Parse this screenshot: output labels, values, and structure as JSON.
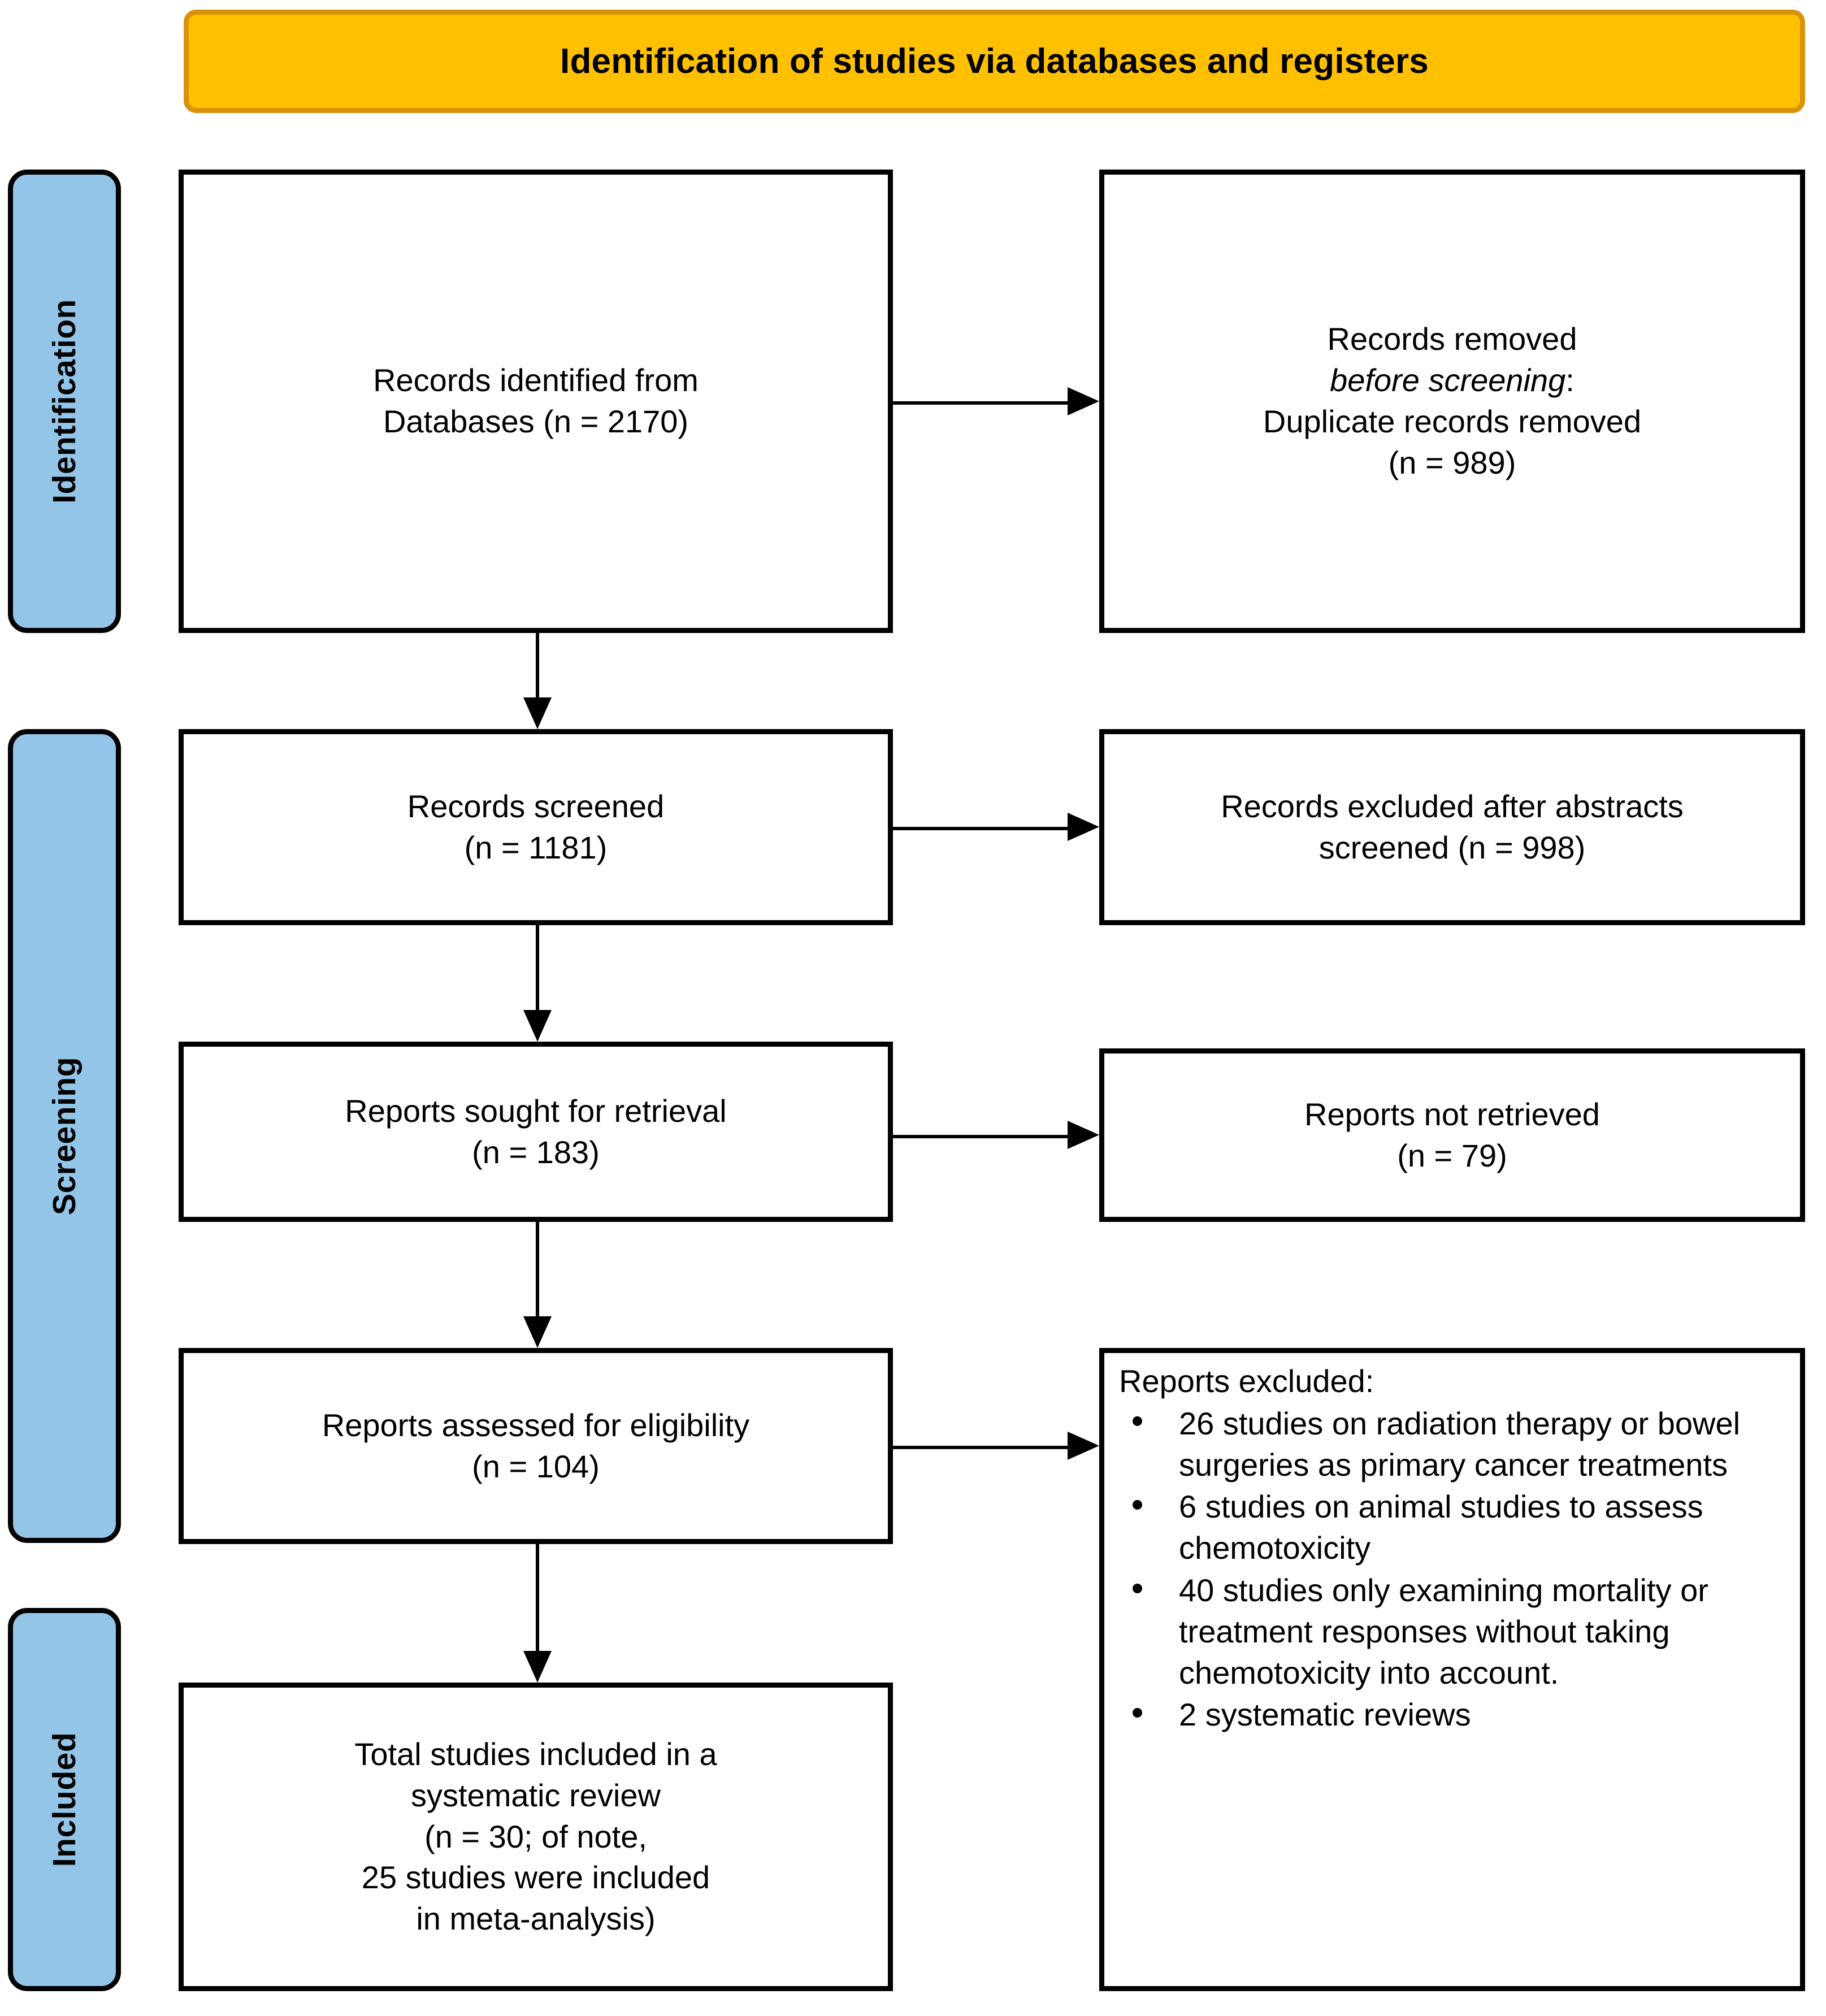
{
  "header": {
    "title": "Identification of studies via databases and registers",
    "fill_color": "#FFC000",
    "border_color": "#D9930B"
  },
  "stage_labels": {
    "fill_color": "#92C5E8",
    "identification": "Identification",
    "screening": "Screening",
    "included": "Included"
  },
  "boxes": {
    "identified": {
      "line1": "Records identified from",
      "line2": "Databases (n = 2170)"
    },
    "removed": {
      "line1": "Records removed",
      "line2_italic": "before screening",
      "line2_suffix": ":",
      "line3": "Duplicate records removed",
      "line4": "(n = 989)"
    },
    "screened": {
      "line1": "Records screened",
      "line2": "(n = 1181)"
    },
    "excluded_abstracts": {
      "line1": "Records excluded after abstracts",
      "line2": "screened (n = 998)"
    },
    "sought": {
      "line1": "Reports sought for retrieval",
      "line2": "(n = 183)"
    },
    "not_retrieved": {
      "line1": "Reports not retrieved",
      "line2": "(n = 79)"
    },
    "assessed": {
      "line1": "Reports assessed for eligibility",
      "line2": "(n = 104)"
    },
    "excluded_reports": {
      "heading": "Reports excluded:",
      "bullets": [
        "26 studies on radiation therapy or bowel surgeries as primary cancer treatments",
        "6 studies on animal studies to assess chemotoxicity",
        "40 studies only examining mortality or treatment responses without taking chemotoxicity into account.",
        "2 systematic reviews"
      ]
    },
    "included": {
      "line1": "Total studies included in a",
      "line2": "systematic review",
      "line3": "(n = 30; of note,",
      "line4": "25 studies were included",
      "line5": "in meta-analysis)"
    }
  },
  "chart_data": {
    "type": "diagram",
    "title": "Identification of studies via databases and registers",
    "flow": [
      {
        "stage": "Identification",
        "node": "Records identified from Databases",
        "n": 2170
      },
      {
        "stage": "Identification",
        "node": "Duplicate records removed before screening",
        "n": 989
      },
      {
        "stage": "Screening",
        "node": "Records screened",
        "n": 1181
      },
      {
        "stage": "Screening",
        "node": "Records excluded after abstracts screened",
        "n": 998
      },
      {
        "stage": "Screening",
        "node": "Reports sought for retrieval",
        "n": 183
      },
      {
        "stage": "Screening",
        "node": "Reports not retrieved",
        "n": 79
      },
      {
        "stage": "Screening",
        "node": "Reports assessed for eligibility",
        "n": 104
      },
      {
        "stage": "Screening",
        "node": "Reports excluded: radiation therapy or bowel surgeries as primary cancer treatments",
        "n": 26
      },
      {
        "stage": "Screening",
        "node": "Reports excluded: animal studies to assess chemotoxicity",
        "n": 6
      },
      {
        "stage": "Screening",
        "node": "Reports excluded: only examining mortality or treatment responses without chemotoxicity",
        "n": 40
      },
      {
        "stage": "Screening",
        "node": "Reports excluded: systematic reviews",
        "n": 2
      },
      {
        "stage": "Included",
        "node": "Total studies included in a systematic review",
        "n": 30
      },
      {
        "stage": "Included",
        "node": "Studies included in meta-analysis",
        "n": 25
      }
    ]
  }
}
